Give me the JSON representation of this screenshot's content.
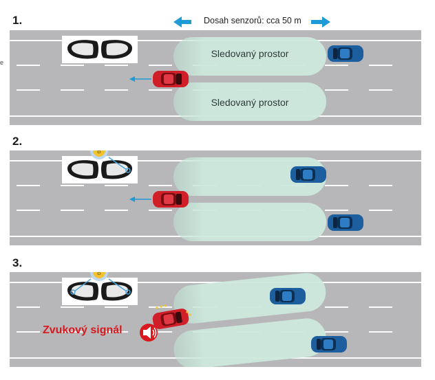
{
  "steps": [
    "1.",
    "2.",
    "3."
  ],
  "range_label": "Dosah senzorů: cca 50 m",
  "zone_label_top": "Sledovaný prostor",
  "zone_label_bottom": "Sledovaný prostor",
  "signal_label": "Zvukový signál",
  "edge_fragment": "e",
  "icons": {
    "range_arrows": "double-arrow-left-right",
    "mirrors": "side-mirrors",
    "warning_light": "blind-spot-warning-light",
    "sound": "speaker-icon"
  },
  "colors": {
    "road": "#b7b7b9",
    "zone": "#cfe6da",
    "arrow": "#1e9ad6",
    "own_car": "#d11f2a",
    "other_car": "#1c5e9e",
    "signal": "#d8181c",
    "indicator": "#f2c230"
  }
}
